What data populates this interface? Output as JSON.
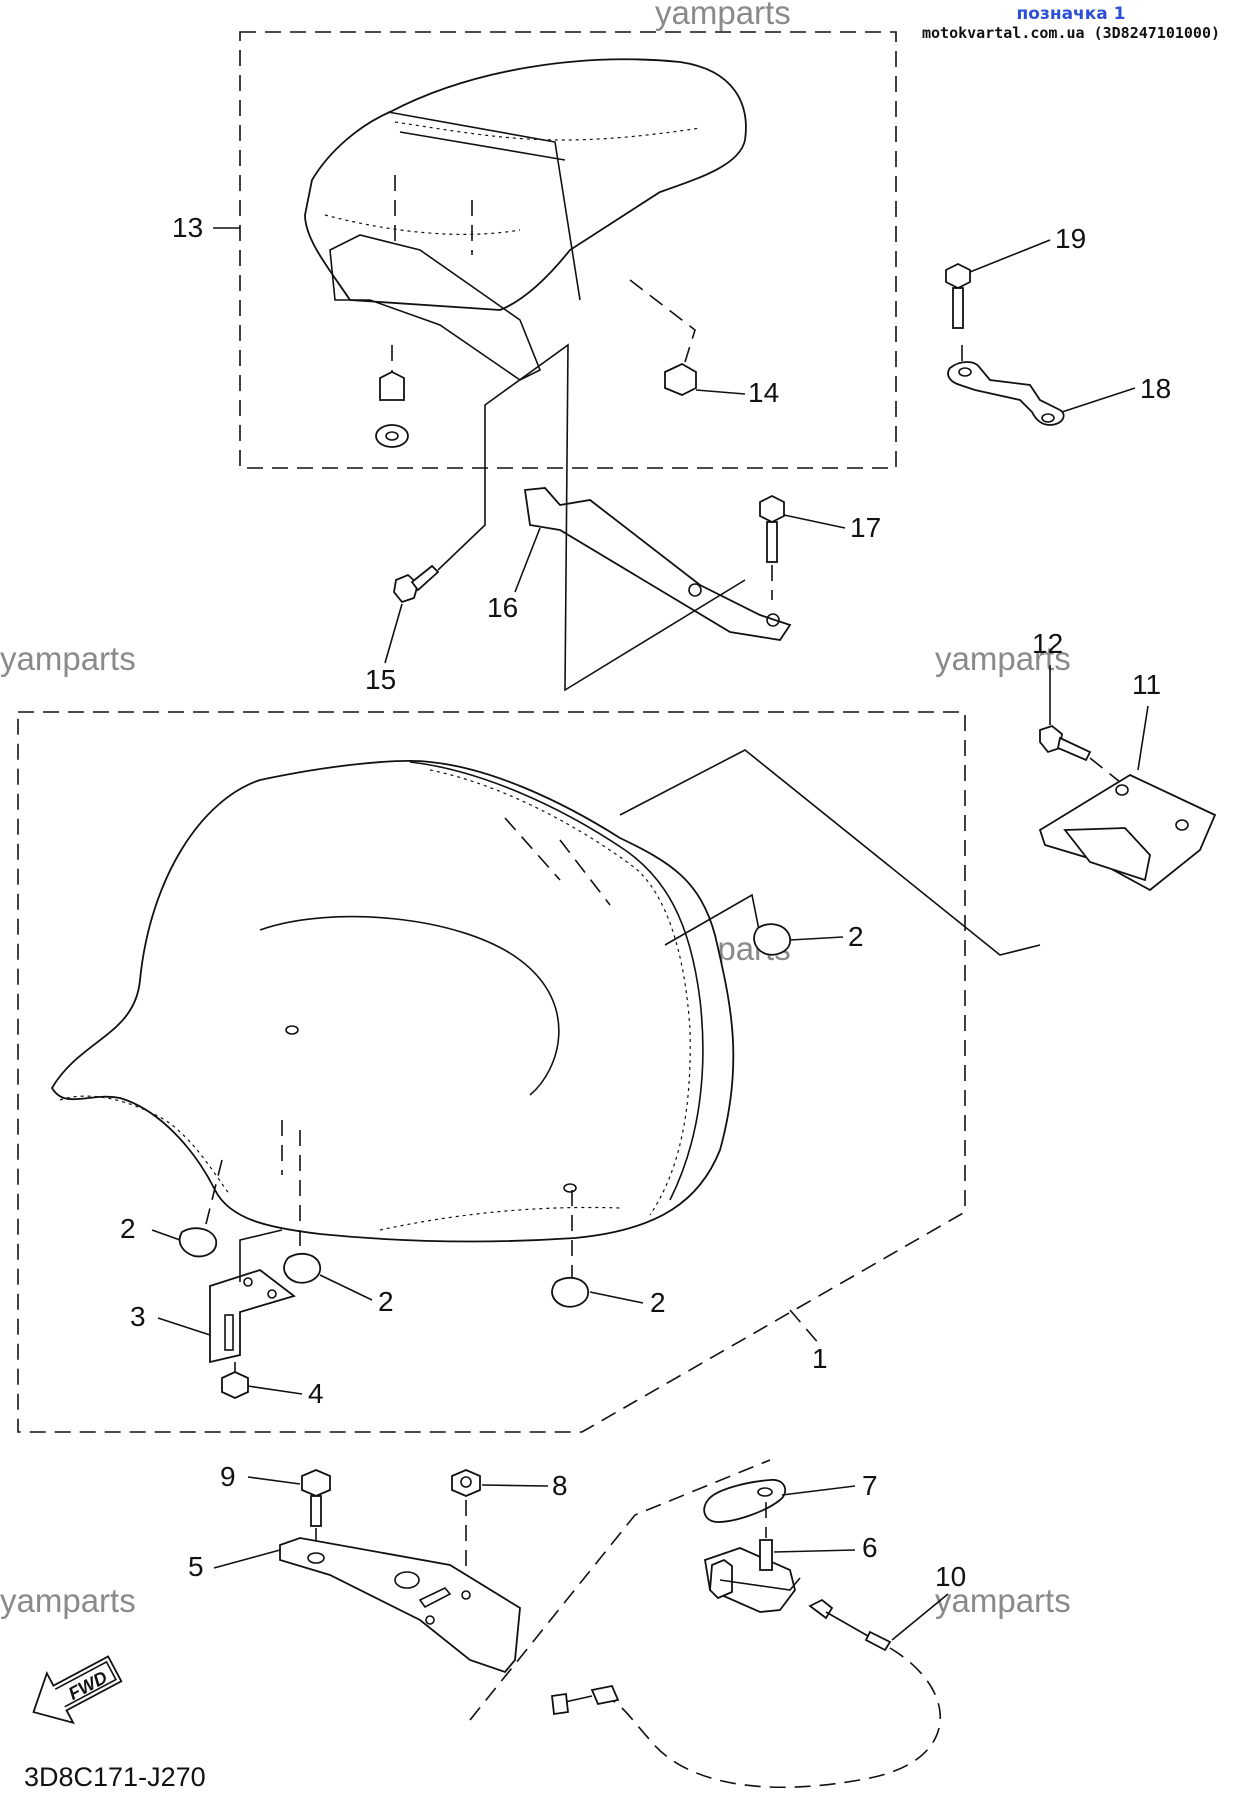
{
  "header": {
    "label": "позначка 1",
    "source": "motokvartal.com.ua (3D8247101000)"
  },
  "watermarks": [
    "yamparts",
    "yamparts",
    "yamparts",
    "yamparts",
    "yamparts",
    "yamparts"
  ],
  "diagram_code": "3D8C171-J270",
  "fwd_label": "FWD",
  "callouts": {
    "c1": "1",
    "c2a": "2",
    "c2b": "2",
    "c2c": "2",
    "c2d": "2",
    "c3": "3",
    "c4": "4",
    "c5": "5",
    "c6": "6",
    "c7": "7",
    "c8": "8",
    "c9": "9",
    "c10": "10",
    "c11": "11",
    "c12": "12",
    "c13": "13",
    "c14": "14",
    "c15": "15",
    "c16": "16",
    "c17": "17",
    "c18": "18",
    "c19": "19"
  }
}
